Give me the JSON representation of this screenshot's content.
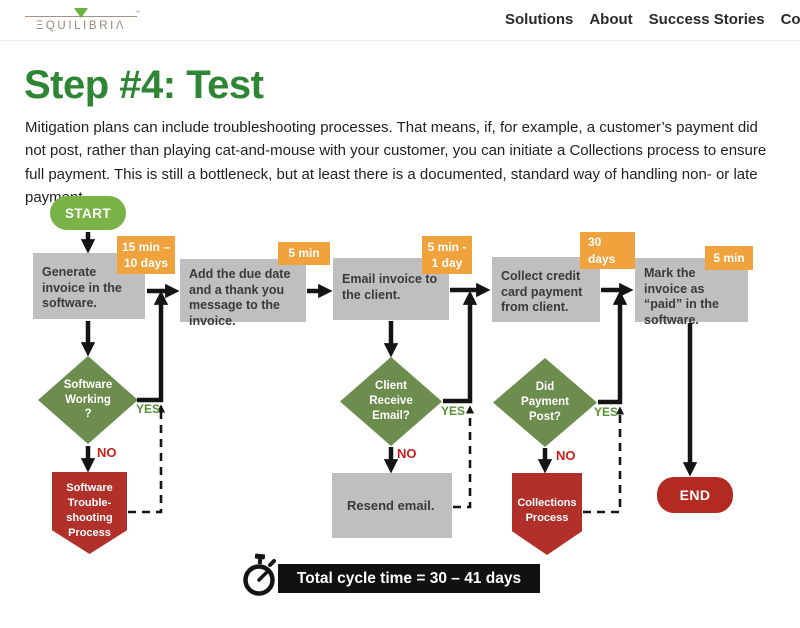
{
  "header": {
    "logo": {
      "wordmark": "ΞQUILIBRIΛ",
      "trademark": "™"
    },
    "nav": [
      {
        "label": "Solutions"
      },
      {
        "label": "About"
      },
      {
        "label": "Success Stories"
      },
      {
        "label": "Courses"
      }
    ]
  },
  "page": {
    "title": "Step #4: Test",
    "intro": "Mitigation plans can include troubleshooting processes.  That means, if, for example, a customer’s payment did not post, rather than playing cat-and-mouse with your customer, you can initiate a Collections process to ensure full payment.  This is still a bottleneck, but at least there is a documented, standard way of handling non- or late payment."
  },
  "flowchart": {
    "start_label": "START",
    "end_label": "END",
    "yes_label": "YES",
    "no_label": "NO",
    "steps": [
      {
        "label": "Generate invoice in the software.",
        "time": "15 min –\n10 days"
      },
      {
        "label": "Add the due date and a thank you message to the invoice.",
        "time": "5 min"
      },
      {
        "label": "Email invoice to the client.",
        "time": "5 min -\n1 day"
      },
      {
        "label": "Collect credit card payment from client.",
        "time": "30\ndays"
      },
      {
        "label": "Mark the invoice as “paid” in the software.",
        "time": "5 min"
      }
    ],
    "decisions": [
      {
        "question": "Software\nWorking\n?"
      },
      {
        "question": "Client\nReceive\nEmail?"
      },
      {
        "question": "Did\nPayment\nPost?"
      }
    ],
    "troubleshooting_label": "Software\nTrouble-\nshooting\nProcess",
    "resend_label": "Resend email.",
    "collections_label": "Collections\nProcess",
    "total_cycle_time": "Total cycle time = 30 – 41 days",
    "colors": {
      "title_green": "#2e8533",
      "start_green": "#79b348",
      "decision_green": "#6c8d4d",
      "step_gray": "#bfbfbf",
      "time_orange": "#f0a23c",
      "alert_red": "#b2302a",
      "end_red": "#b32a20",
      "banner_black": "#111111",
      "yes_green": "#569233",
      "no_red": "#cb1f1c"
    }
  }
}
